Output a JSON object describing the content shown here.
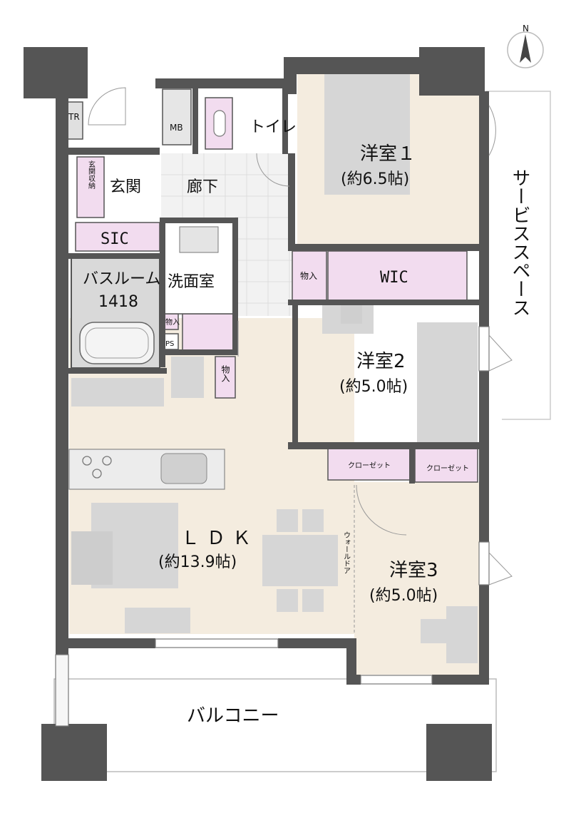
{
  "rooms": {
    "western1": {
      "name": "洋室１",
      "size": "(約6.5帖)"
    },
    "western2": {
      "name": "洋室2",
      "size": "(約5.0帖)"
    },
    "western3": {
      "name": "洋室3",
      "size": "(約5.0帖)"
    },
    "ldk": {
      "name": "ＬＤＫ",
      "size": "(約13.9帖)"
    },
    "bath": {
      "name": "バスルーム",
      "size": "1418"
    },
    "wash": {
      "name": "洗面室"
    },
    "toilet": {
      "name": "トイレ"
    },
    "entrance": {
      "name": "玄関"
    },
    "hallway": {
      "name": "廊下"
    },
    "entrance_storage": {
      "name": "玄関収納"
    },
    "sic": {
      "name": "SIC"
    },
    "wic": {
      "name": "WIC"
    },
    "storage": {
      "name": "物入"
    },
    "closet": {
      "name": "クローゼット"
    },
    "walldoor": {
      "name": "ウォールドア"
    },
    "balcony": {
      "name": "バルコニー"
    },
    "service": {
      "name": "サービススペース"
    },
    "tr": {
      "name": "TR"
    },
    "mb": {
      "name": "MB"
    },
    "ps": {
      "name": "PS"
    }
  },
  "compass": {
    "label": "N"
  },
  "colors": {
    "wall": "#555555",
    "floor_ldk": "#f4ecdf",
    "storage": "#f2dcef",
    "furniture": "#d6d6d6",
    "tile": "#ebebeb"
  }
}
